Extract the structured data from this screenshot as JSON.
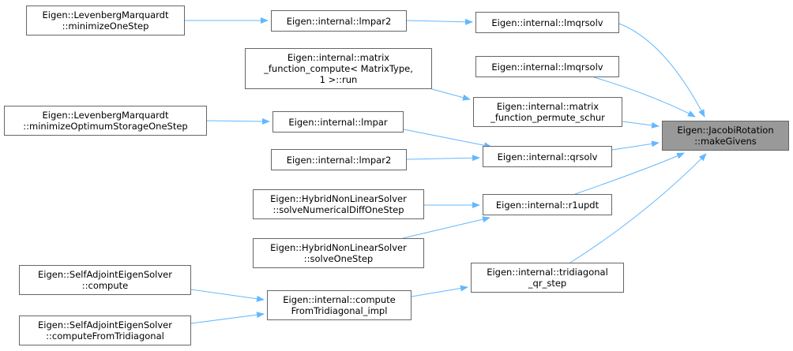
{
  "colors": {
    "edge": "#63b8ff",
    "node_border": "#666666",
    "node_fill": "#ffffff",
    "focus_fill": "#999999"
  },
  "nodes": {
    "focus": {
      "line1": "Eigen::JacobiRotation",
      "line2": "::makeGivens"
    },
    "lmqrsolv_1": {
      "line1": "Eigen::internal::lmqrsolv"
    },
    "lmqrsolv_2": {
      "line1": "Eigen::internal::lmqrsolv"
    },
    "permute_schur": {
      "line1": "Eigen::internal::matrix",
      "line2": "_function_permute_schur"
    },
    "qrsolv": {
      "line1": "Eigen::internal::qrsolv"
    },
    "r1updt": {
      "line1": "Eigen::internal::r1updt"
    },
    "tridiagonal_qr": {
      "line1": "Eigen::internal::tridiagonal",
      "line2": "_qr_step"
    },
    "lmpar2_top": {
      "line1": "Eigen::internal::lmpar2"
    },
    "lm_minimize": {
      "line1": "Eigen::LevenbergMarquardt",
      "line2": "::minimizeOneStep"
    },
    "compute_run": {
      "line1": "Eigen::internal::matrix",
      "line2": "_function_compute< MatrixType,",
      "line3": "1 >::run"
    },
    "lmpar": {
      "line1": "Eigen::internal::lmpar"
    },
    "lm_min_opt": {
      "line1": "Eigen::LevenbergMarquardt",
      "line2": "::minimizeOptimumStorageOneStep"
    },
    "lmpar2_mid": {
      "line1": "Eigen::internal::lmpar2"
    },
    "hybrid_numdiff": {
      "line1": "Eigen::HybridNonLinearSolver",
      "line2": "::solveNumericalDiffOneStep"
    },
    "hybrid_one": {
      "line1": "Eigen::HybridNonLinearSolver",
      "line2": "::solveOneStep"
    },
    "compute_tri": {
      "line1": "Eigen::internal::compute",
      "line2": "FromTridiagonal_impl"
    },
    "saes_compute": {
      "line1": "Eigen::SelfAdjointEigenSolver",
      "line2": "::compute"
    },
    "saes_compute_tri": {
      "line1": "Eigen::SelfAdjointEigenSolver",
      "line2": "::computeFromTridiagonal"
    }
  },
  "edges": [
    {
      "from": "lmqrsolv_1",
      "to": "focus"
    },
    {
      "from": "lmqrsolv_2",
      "to": "focus"
    },
    {
      "from": "permute_schur",
      "to": "focus"
    },
    {
      "from": "qrsolv",
      "to": "focus"
    },
    {
      "from": "r1updt",
      "to": "focus"
    },
    {
      "from": "tridiagonal_qr",
      "to": "focus"
    },
    {
      "from": "lmpar2_top",
      "to": "lmqrsolv_1"
    },
    {
      "from": "lm_minimize",
      "to": "lmpar2_top"
    },
    {
      "from": "compute_run",
      "to": "permute_schur"
    },
    {
      "from": "lmpar",
      "to": "qrsolv"
    },
    {
      "from": "lm_min_opt",
      "to": "lmpar"
    },
    {
      "from": "lmpar2_mid",
      "to": "qrsolv"
    },
    {
      "from": "hybrid_numdiff",
      "to": "r1updt"
    },
    {
      "from": "hybrid_one",
      "to": "r1updt"
    },
    {
      "from": "compute_tri",
      "to": "tridiagonal_qr"
    },
    {
      "from": "saes_compute",
      "to": "compute_tri"
    },
    {
      "from": "saes_compute_tri",
      "to": "compute_tri"
    }
  ]
}
